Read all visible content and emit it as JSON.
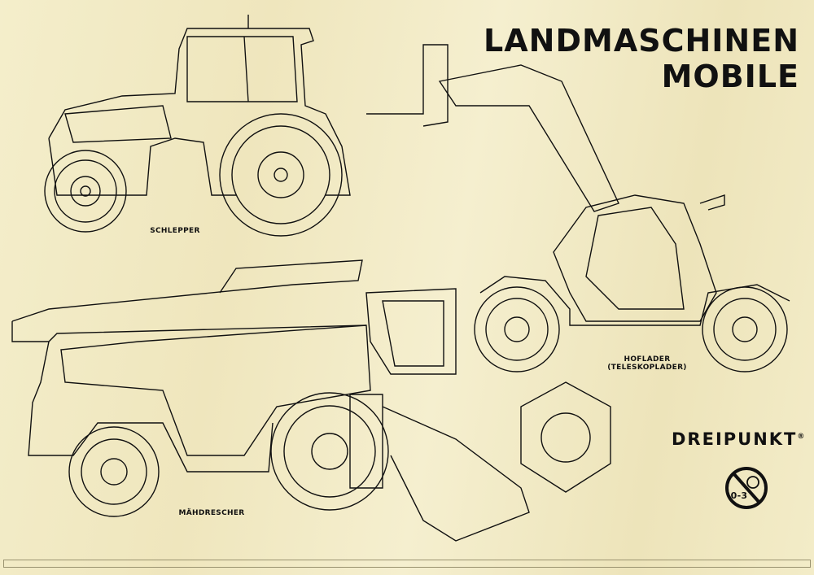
{
  "title": {
    "line1": "LANDMASCHINEN",
    "line2": "MOBILE"
  },
  "labels": {
    "tractor": "SCHLEPPER",
    "loader_line1": "HOFLADER",
    "loader_line2": "(TELESKOPLADER)",
    "combine": "MÄHDRESCHER"
  },
  "brand": {
    "name": "DREIPUNKT",
    "mark": "®"
  },
  "warning": {
    "icon": "not-for-children-0-3-icon",
    "age": "0-3"
  },
  "colors": {
    "background": "#f2ebc6",
    "ink": "#111111"
  }
}
